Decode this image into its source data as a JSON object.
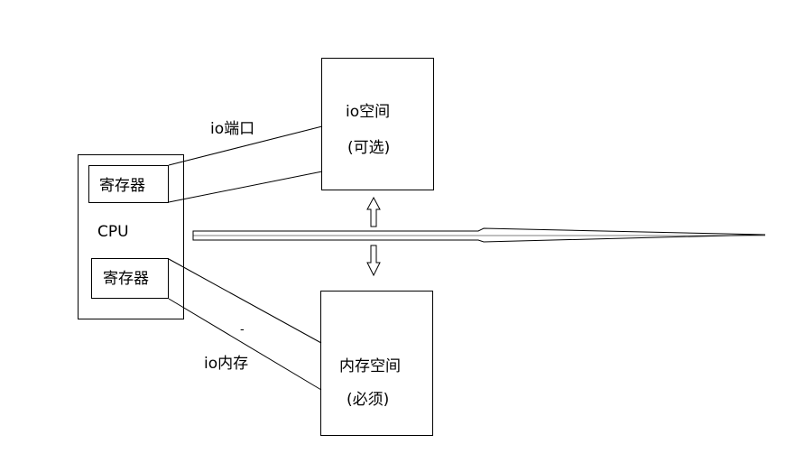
{
  "diagram": {
    "cpu_label": "CPU",
    "register_top": "寄存器",
    "register_bottom": "寄存器",
    "io_port_label": "io端口",
    "io_memory_label": "io内存",
    "io_space": {
      "title": "io空间",
      "note": "(可选)"
    },
    "memory_space": {
      "title": "内存空间",
      "note": "(必须)"
    },
    "dash_mark": "-"
  }
}
